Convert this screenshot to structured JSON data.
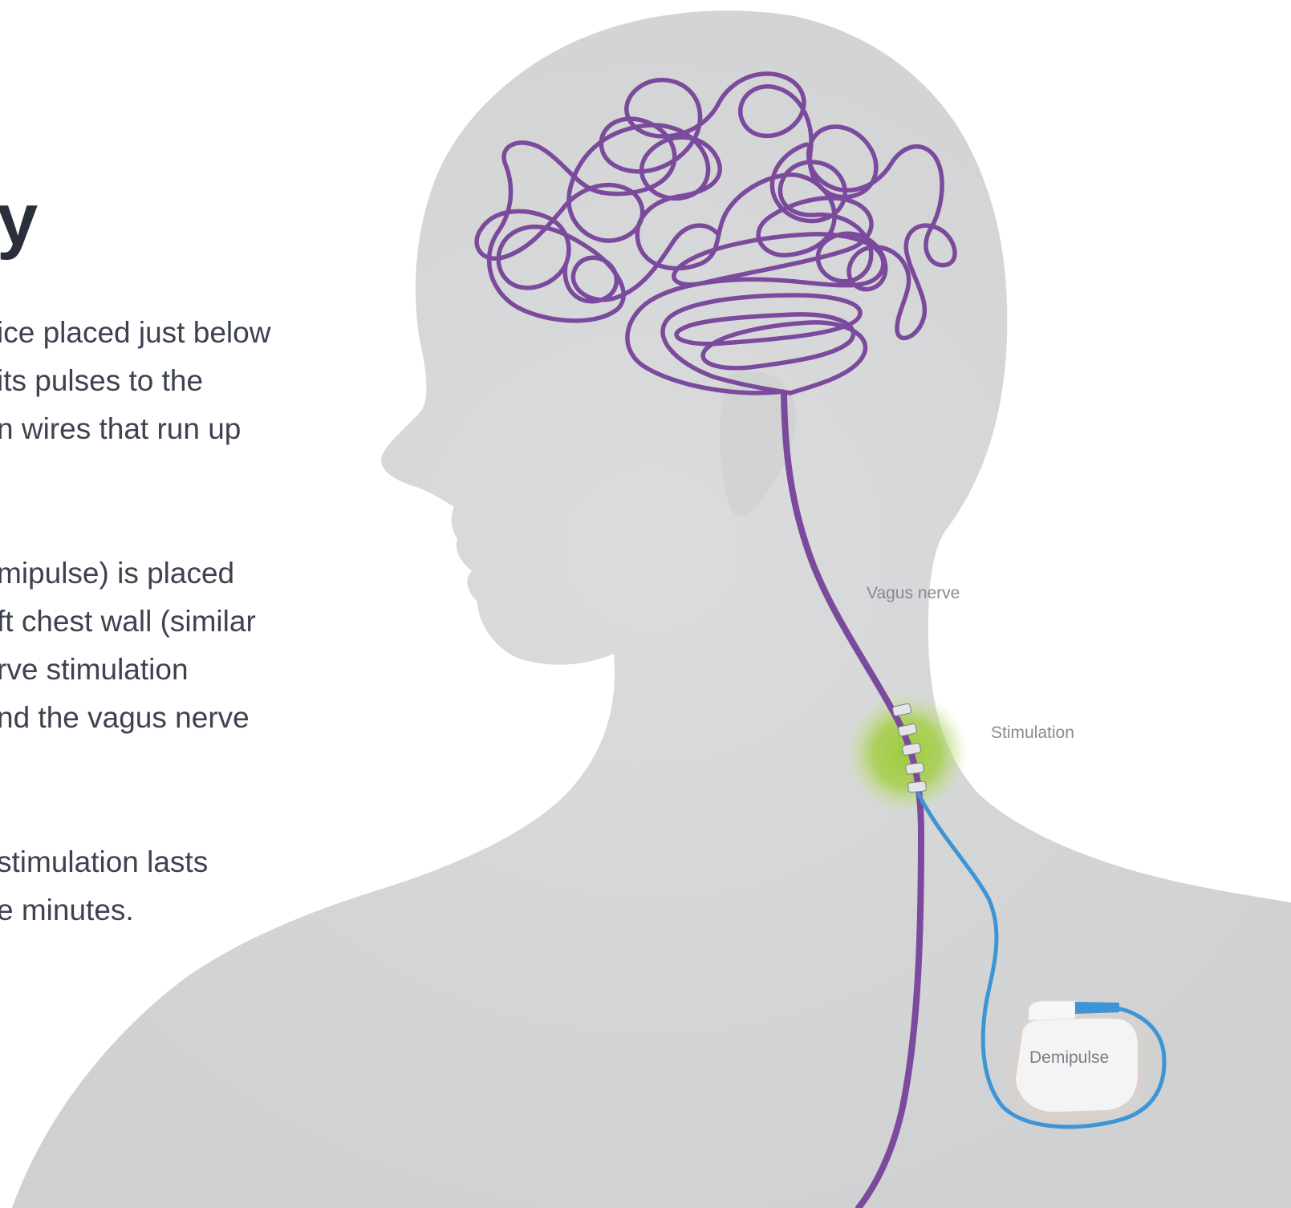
{
  "text": {
    "heading_fragment": "y",
    "paragraph_1": [
      "ice placed just below",
      "its pulses to the",
      "n wires that run up"
    ],
    "paragraph_2": [
      "mipulse) is placed",
      "ft chest wall (similar",
      "rve stimulation",
      "nd the vagus nerve"
    ],
    "paragraph_3": [
      "stimulation lasts",
      "e minutes."
    ]
  },
  "diagram": {
    "labels": {
      "vagus_nerve": "Vagus nerve",
      "stimulation": "Stimulation",
      "device": "Demipulse"
    }
  },
  "colors": {
    "nerve": "#7b4a9c",
    "lead_wire": "#3d95d5",
    "stimulation_glow": "#9ccb3b",
    "silhouette": "#d6d7d8",
    "device_body": "#f4f4f4"
  },
  "icons": {
    "brain": "brain-icon",
    "device": "pulse-generator-icon"
  }
}
